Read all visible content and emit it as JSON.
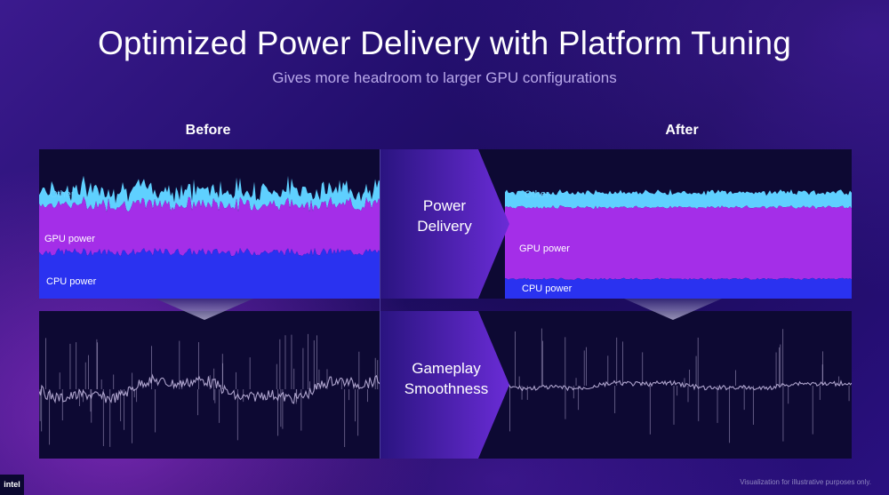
{
  "title": "Optimized Power Delivery with Platform Tuning",
  "subtitle": "Gives more headroom to larger GPU configurations",
  "before_label": "Before",
  "after_label": "After",
  "middle_labels": {
    "power_line1": "Power",
    "power_line2": "Delivery",
    "gameplay_line1": "Gameplay",
    "gameplay_line2": "Smoothness"
  },
  "footnote": "Visualization for illustrative purposes only.",
  "logo_text": "intel",
  "colors": {
    "other": "#5fd0ff",
    "gpu_power": "#a42ee8",
    "cpu_power": "#2a32f0",
    "smoothness": "#c9bde6",
    "panel_bg": "#0d0933",
    "arrow": "#6a2cd6"
  },
  "chart_data": [
    {
      "type": "area",
      "panel": "before-power",
      "stacked": true,
      "series": [
        {
          "name": "CPU power",
          "level": 0.3,
          "variability": "high"
        },
        {
          "name": "GPU power",
          "level": 0.32,
          "variability": "high"
        },
        {
          "name": "Other",
          "level": 0.1,
          "variability": "high"
        }
      ]
    },
    {
      "type": "area",
      "panel": "after-power",
      "stacked": true,
      "series": [
        {
          "name": "CPU power",
          "level": 0.12,
          "variability": "low"
        },
        {
          "name": "GPU power",
          "level": 0.48,
          "variability": "low"
        },
        {
          "name": "Other",
          "level": 0.1,
          "variability": "low"
        }
      ]
    },
    {
      "type": "line",
      "panel": "before-smoothness",
      "variability": "high"
    },
    {
      "type": "line",
      "panel": "after-smoothness",
      "variability": "low"
    }
  ]
}
